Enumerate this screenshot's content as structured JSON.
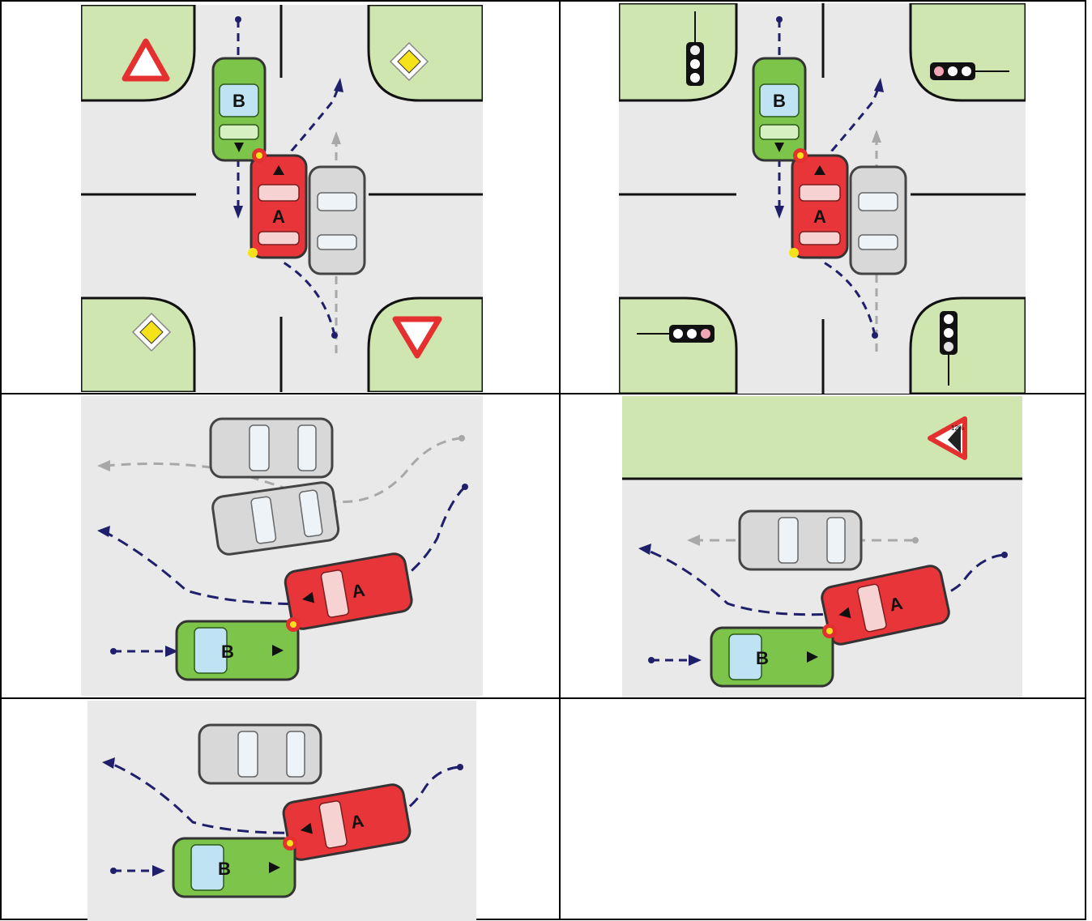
{
  "colors": {
    "grass": "#cfe6b0",
    "road": "#e9e9e9",
    "vehicle_a": "#e8353a",
    "vehicle_b": "#7cc44a",
    "other_vehicle": "#d8d8d8",
    "path": "#1f1f6b",
    "grey_path": "#a8a8a8",
    "lane_line": "#111111"
  },
  "vehicles": {
    "a": "A",
    "b": "B"
  },
  "scenes": [
    {
      "id": "intersection-signs",
      "signs": [
        "warning-triangle-sign",
        "priority-road-sign",
        "priority-road-sign",
        "yield-sign"
      ]
    },
    {
      "id": "intersection-traffic-lights",
      "signs": [
        "traffic-light",
        "traffic-light",
        "traffic-light",
        "traffic-light"
      ]
    },
    {
      "id": "road-overtake-grey-path",
      "signs": []
    },
    {
      "id": "road-with-descent-sign",
      "signs": [
        "steep-descent-warning-sign"
      ],
      "grade_text": "12%"
    },
    {
      "id": "road-overtake-simple",
      "signs": []
    }
  ]
}
